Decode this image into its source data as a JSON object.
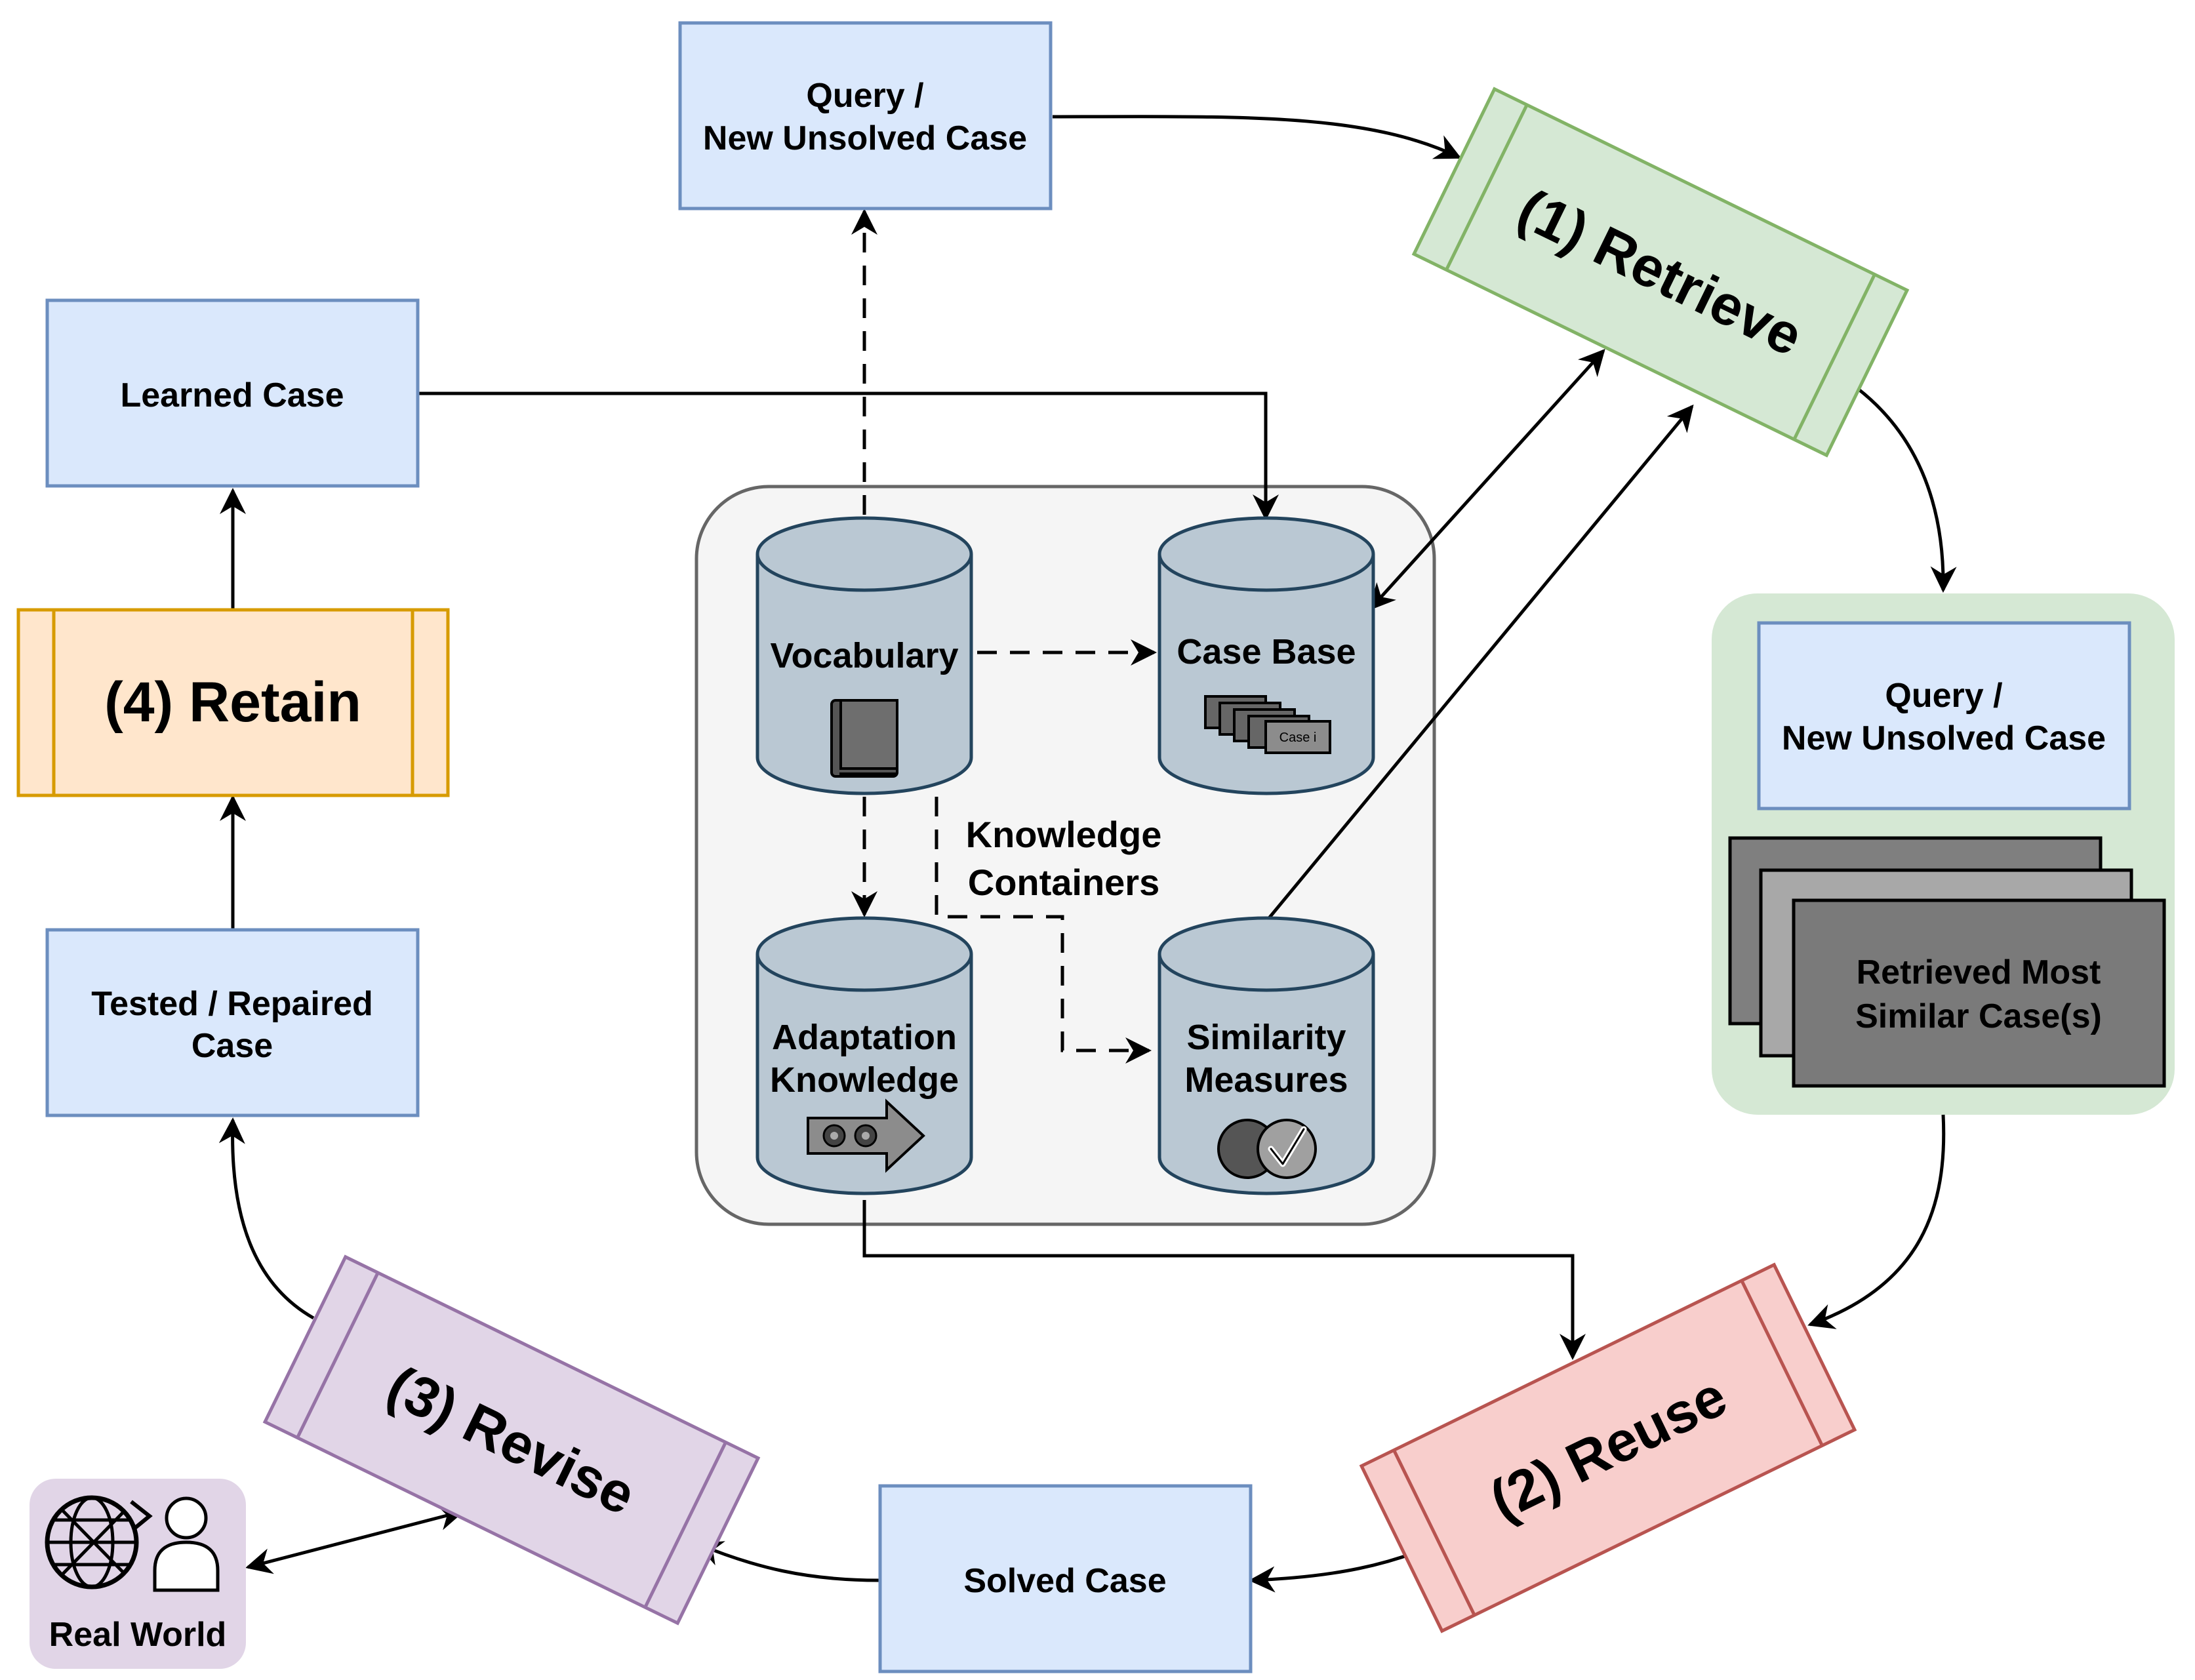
{
  "processes": {
    "retrieve": "(1) Retrieve",
    "reuse": "(2) Reuse",
    "revise": "(3) Revise",
    "retain": "(4) Retain"
  },
  "boxes": {
    "query": [
      "Query /",
      "New Unsolved Case"
    ],
    "learned_case": "Learned Case",
    "tested_case": [
      "Tested / Repaired",
      "Case"
    ],
    "solved_case": "Solved Case",
    "query_panel": [
      "Query /",
      "New Unsolved Case"
    ],
    "retrieved_cases": [
      "Retrieved Most",
      "Similar Case(s)"
    ]
  },
  "knowledge": {
    "vocabulary": "Vocabulary",
    "case_base": "Case Base",
    "case_card": "Case i",
    "adaptation": [
      "Adaptation",
      "Knowledge"
    ],
    "similarity": [
      "Similarity",
      "Measures"
    ],
    "containers_label": [
      "Knowledge",
      "Containers"
    ]
  },
  "real_world": "Real World",
  "icons": [
    "book-icon",
    "case-cards-icon",
    "gears-arrow-icon",
    "checkmark-circle-icon",
    "globe-refresh-icon",
    "person-icon"
  ],
  "colors": {
    "box_fill": "#dae8fc",
    "box_stroke": "#6c8ebf",
    "retrieve_fill": "#d5e8d4",
    "retrieve_stroke": "#82b366",
    "reuse_fill": "#f8cecc",
    "reuse_stroke": "#b85450",
    "revise_fill": "#e1d5e7",
    "revise_stroke": "#9673a6",
    "retain_fill": "#ffe6cc",
    "retain_stroke": "#d79b00",
    "db_fill": "#bac8d3",
    "db_stroke": "#23445d",
    "container_fill": "#f5f5f5",
    "container_stroke": "#666666"
  }
}
